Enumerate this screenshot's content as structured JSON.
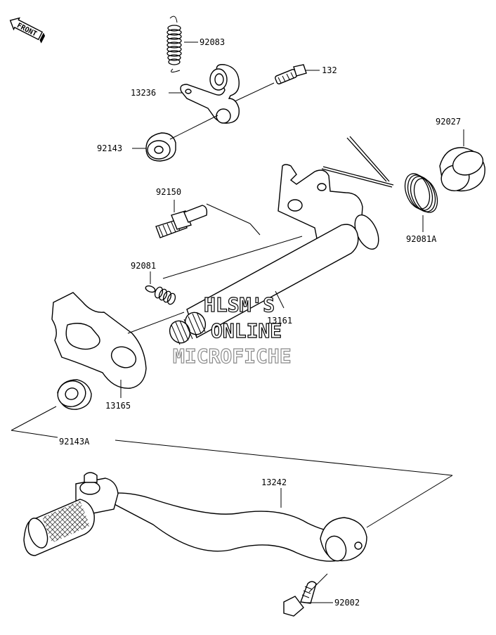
{
  "front_arrow": {
    "label": "FRONT"
  },
  "parts": {
    "p92083": "92083",
    "p132": "132",
    "p13236": "13236",
    "p92143": "92143",
    "p92027": "92027",
    "p92150": "92150",
    "p92081a": "92081A",
    "p92081": "92081",
    "p13161": "13161",
    "p13165": "13165",
    "p92143a": "92143A",
    "p13242": "13242",
    "p92002": "92002"
  },
  "watermark": {
    "line1": "HLSM'S",
    "line2": "ONLINE",
    "line3": "MICROFICHE"
  }
}
